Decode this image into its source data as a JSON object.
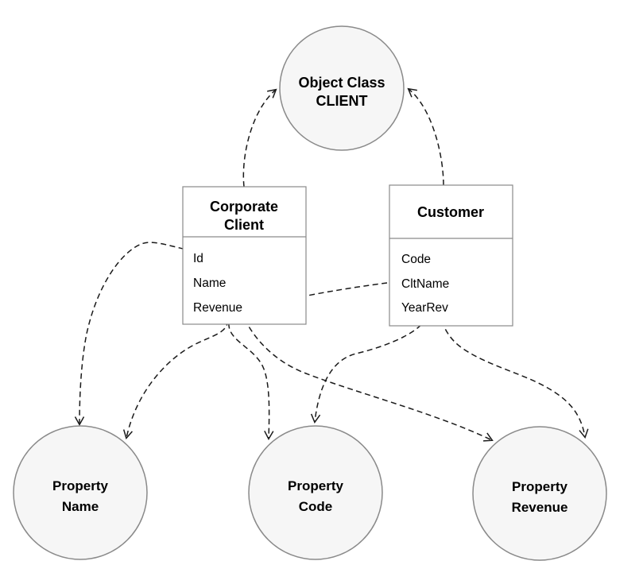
{
  "diagram": {
    "ontology_class": {
      "line1": "Object Class",
      "line2": "CLIENT"
    },
    "tables": [
      {
        "id": "corporate-client",
        "title_line1": "Corporate",
        "title_line2": "Client",
        "attributes": [
          "Id",
          "Name",
          "Revenue"
        ]
      },
      {
        "id": "customer",
        "title_line1": "Customer",
        "attributes": [
          "Code",
          "CltName",
          "YearRev"
        ]
      }
    ],
    "properties": [
      {
        "id": "property-name",
        "line1": "Property",
        "line2": "Name"
      },
      {
        "id": "property-code",
        "line1": "Property",
        "line2": "Code"
      },
      {
        "id": "property-revenue",
        "line1": "Property",
        "line2": "Revenue"
      }
    ],
    "mappings": [
      {
        "from": "CorporateClient",
        "to": "Object Class CLIENT"
      },
      {
        "from": "Customer",
        "to": "Object Class CLIENT"
      },
      {
        "from": "CorporateClient.Name",
        "to": "Property Name"
      },
      {
        "from": "CorporateClient.Id",
        "to": "Property Code"
      },
      {
        "from": "CorporateClient.Revenue",
        "to": "Property Revenue"
      },
      {
        "from": "Customer.CltName",
        "to": "Property Name"
      },
      {
        "from": "Customer.Code",
        "to": "Property Code"
      },
      {
        "from": "Customer.YearRev",
        "to": "Property Revenue"
      }
    ],
    "colors": {
      "node_fill": "#f6f6f6",
      "node_border": "#8a8a8a",
      "line": "#1a1a1a",
      "background": "#ffffff",
      "text": "#000000"
    }
  }
}
